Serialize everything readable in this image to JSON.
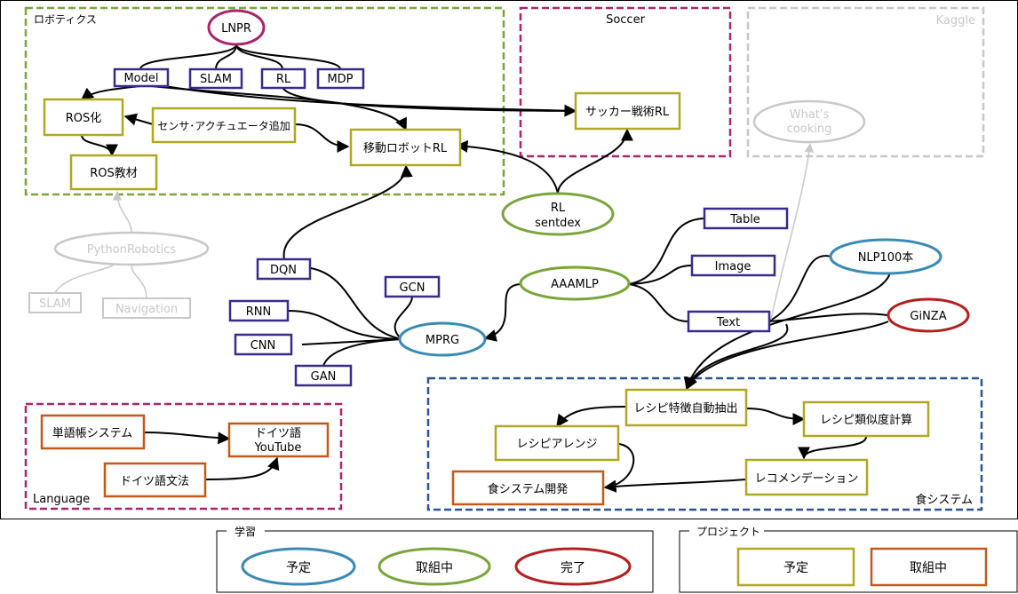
{
  "colors": {
    "robotics_frame": "#7aa43c",
    "soccer_frame": "#a8266b",
    "kaggle_frame": "#c8c8c8",
    "language_frame": "#a8266b",
    "food_frame": "#2a5590",
    "node_purple": "#3c2a8a",
    "ellipse_blue": "#3a8ab4",
    "ellipse_green": "#7aa43c",
    "ellipse_red": "#b42020",
    "ellipse_magenta": "#a8266b",
    "rect_olive": "#b0a820",
    "rect_orange": "#c05a1a",
    "faded": "#c8c8c8"
  },
  "groups": {
    "robotics": "ロボティクス",
    "soccer": "Soccer",
    "kaggle": "Kaggle",
    "language": "Language",
    "food": "食システム"
  },
  "nodes": {
    "lnpr": "LNPR",
    "model": "Model",
    "slam": "SLAM",
    "rl": "RL",
    "mdp": "MDP",
    "ros_ka": "ROS化",
    "sensor": "センサ･アクチュエータ追加",
    "ros_kyozai": "ROS教材",
    "mobile_robot_rl": "移動ロボットRL",
    "soccer_tactics_rl": "サッカー戦術RL",
    "whats_cooking": [
      "What's",
      "cooking"
    ],
    "rl_sentdex": [
      "RL",
      "sentdex"
    ],
    "python_robotics": "PythonRobotics",
    "pr_slam": "SLAM",
    "pr_navigation": "Navigation",
    "dqn": "DQN",
    "gcn": "GCN",
    "rnn": "RNN",
    "cnn": "CNN",
    "gan": "GAN",
    "mprg": "MPRG",
    "aaamlp": "AAAMLP",
    "table": "Table",
    "image": "Image",
    "text": "Text",
    "nlp100": "NLP100本",
    "ginza": "GiNZA",
    "recipe_extract": "レシピ特徴自動抽出",
    "recipe_similarity": "レシピ類似度計算",
    "recipe_arrange": "レシピアレンジ",
    "recommendation": "レコメンデーション",
    "food_system_dev": "食システム開発",
    "vocab_system": "単語帳システム",
    "german_youtube": [
      "ドイツ語",
      "YouTube"
    ],
    "german_grammar": "ドイツ語文法"
  },
  "legend": {
    "study": {
      "title": "学習",
      "items": [
        "予定",
        "取組中",
        "完了"
      ]
    },
    "project": {
      "title": "プロジェクト",
      "items": [
        "予定",
        "取組中"
      ]
    }
  }
}
